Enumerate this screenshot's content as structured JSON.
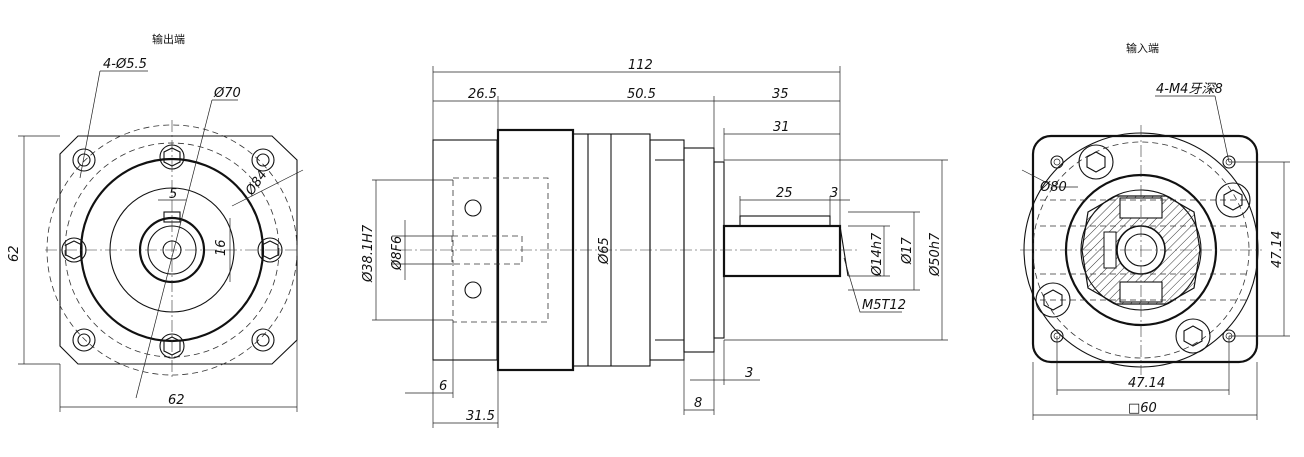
{
  "views": {
    "output": {
      "caption": "输出端",
      "holes": "4-Ø5.5",
      "pcd": "Ø70",
      "pilot": "Ø84",
      "width": "62",
      "height": "62",
      "key": "5",
      "key_depth": "16"
    },
    "side": {
      "overall": "112",
      "body_front": "26.5",
      "body_mid": "50.5",
      "shaft_total": "35",
      "shaft_len": "31",
      "key_len": "25",
      "key_offset": "3",
      "bore": "Ø38.1H7",
      "bore_small": "Ø8F6",
      "body_dia": "Ø65",
      "shaft_dia": "Ø14h7",
      "shoulder": "Ø17",
      "spigot": "Ø50h7",
      "tap": "M5T12",
      "front_len": "6",
      "input_len": "31.5",
      "flange_len": "8",
      "gap": "3"
    },
    "input": {
      "caption": "输入端",
      "holes": "4-M4牙深8",
      "pcd": "Ø80",
      "vertical": "47.14",
      "horizontal": "47.14",
      "square": "□60"
    }
  }
}
